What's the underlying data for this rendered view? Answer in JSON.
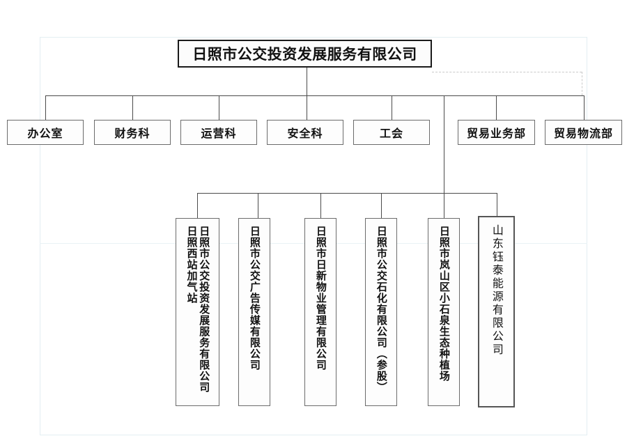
{
  "chart_data": {
    "type": "diagram",
    "title": "日照市公交投资发展服务有限公司 组织架构图",
    "orientation": "top-down organizational chart",
    "levels": 3
  },
  "root": {
    "label": "日照市公交投资发展服务有限公司"
  },
  "departments": [
    {
      "label": "办公室"
    },
    {
      "label": "财务科"
    },
    {
      "label": "运营科"
    },
    {
      "label": "安全科"
    },
    {
      "label": "工会"
    },
    {
      "label": "贸易业务部"
    },
    {
      "label": "贸易物流部"
    }
  ],
  "subsidiaries": [
    {
      "lines": [
        "日照市公交投资发展服务有限公司",
        "日照西站加气站"
      ],
      "style": "bold"
    },
    {
      "lines": [
        "日照市公交广告传媒有限公司"
      ],
      "style": "bold"
    },
    {
      "lines": [
        "日照市日新物业管理有限公司"
      ],
      "style": "bold"
    },
    {
      "lines": [
        "日照市公交石化有限公司（参股）"
      ],
      "style": "bold"
    },
    {
      "lines": [
        "日照市岚山区小石泉生态种植场"
      ],
      "style": "bold"
    },
    {
      "lines": [
        "山东钰泰能源有限公司"
      ],
      "style": "light"
    }
  ],
  "colors": {
    "line": "#4a4a4a",
    "dashed_line": "#c9c9c9",
    "box_border": "#6b6b6b",
    "root_border": "#1a1a1a",
    "text": "#111111",
    "background": "#ffffff",
    "watermark": "#e3eef2"
  }
}
